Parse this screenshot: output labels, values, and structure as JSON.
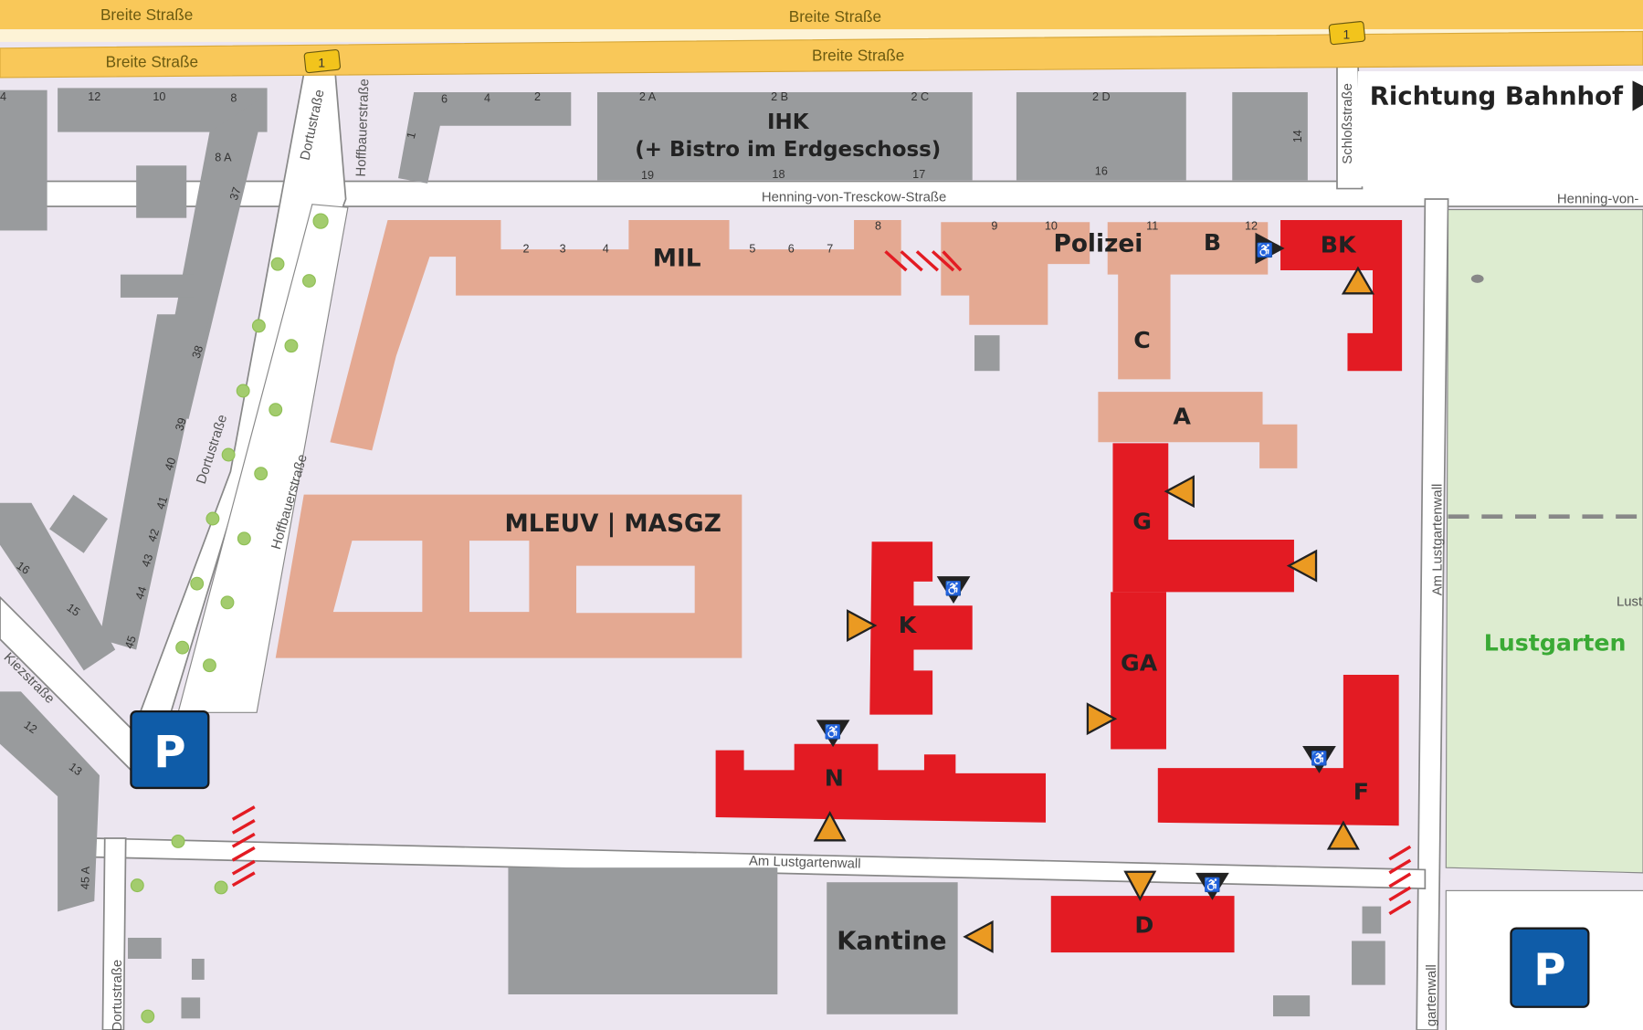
{
  "streets": {
    "breite_1": "Breite Straße",
    "breite_2": "Breite Straße",
    "breite_3": "Breite Straße",
    "breite_4": "Breite Straße",
    "henning": "Henning-von-Tresckow-Straße",
    "henning_2": "Henning-von-",
    "dortu_1": "Dortustraße",
    "dortu_2": "Dortustraße",
    "dortu_3": "Dortustraße",
    "hoffbauer_1": "Hoffbauerstraße",
    "hoffbauer_2": "Hoffbauerstraße",
    "schloss": "Schloßstraße",
    "lustgartenwall_1": "Am Lustgartenwall",
    "lustgartenwall_2": "Am Lustgartenwall",
    "lustgartenwall_3": "gartenwall",
    "kiez": "Kiezstraße",
    "lust_cut": "Lust"
  },
  "route_badge": "1",
  "direction": "Richtung Bahnhof",
  "buildings": {
    "ihk": "IHK",
    "ihk_sub": "(+ Bistro im Erdgeschoss)",
    "mil": "MIL",
    "polizei": "Polizei",
    "b": "B",
    "bk": "BK",
    "c": "C",
    "a": "A",
    "mleuv": "MLEUV | MASGZ",
    "g": "G",
    "ga": "GA",
    "k": "K",
    "n": "N",
    "f": "F",
    "d": "D",
    "kantine": "Kantine"
  },
  "park": "Lustgarten",
  "parking": "P",
  "house_numbers": {
    "top_left": [
      "12",
      "10",
      "8",
      "8 A",
      "37",
      "38",
      "39",
      "40",
      "41",
      "42",
      "43",
      "44",
      "45",
      "16",
      "15",
      "12",
      "13",
      "45 A",
      "4"
    ],
    "ihk_block": [
      "6",
      "4",
      "2",
      "2 A",
      "2 B",
      "2 C",
      "2 D",
      "19",
      "18",
      "17",
      "16",
      "14",
      "1"
    ],
    "mil_block": [
      "2",
      "3",
      "4",
      "5",
      "6",
      "7",
      "8",
      "9",
      "10",
      "11",
      "12"
    ]
  },
  "colors": {
    "road_yellow": "#f9c859",
    "background": "#ece6f0",
    "gov_building": "#e4a992",
    "highlight_building": "#e31b23",
    "other_building": "#999b9d",
    "entrance": "#eb9a22",
    "park": "#ddecd0",
    "park_label": "#3aaa35",
    "parking": "#0f5ca8"
  },
  "icons": [
    "entrance-triangle-icon",
    "wheelchair-entrance-icon",
    "parking-icon",
    "direction-arrow-icon",
    "route-badge-icon"
  ]
}
